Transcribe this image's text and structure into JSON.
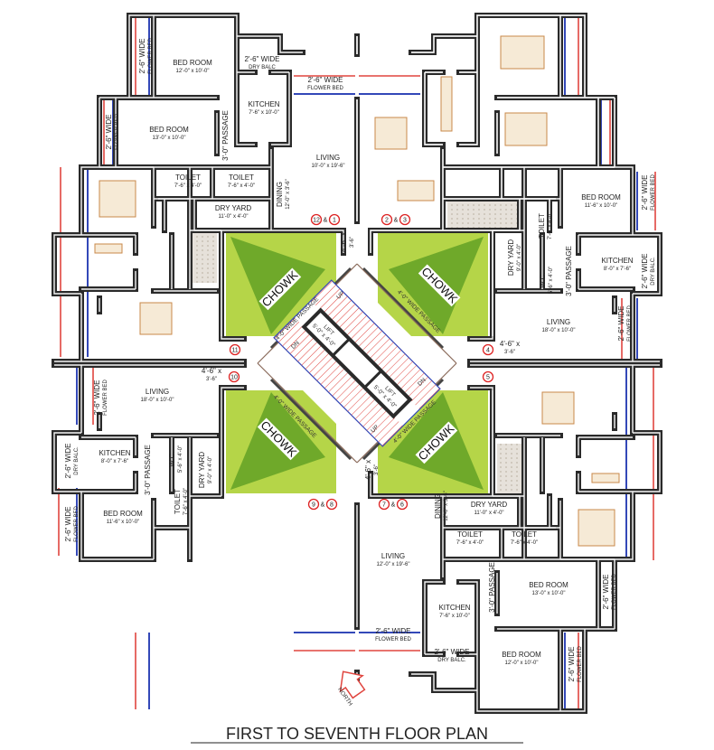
{
  "title": "FIRST TO SEVENTH FLOOR PLAN",
  "north_label": "NORTH",
  "colors": {
    "wall": "#2a2a2a",
    "chowk_light": "#b5d548",
    "chowk_dark": "#6fa92a",
    "window_red": "#e0453f",
    "window_blue": "#3348b8",
    "stair_hatch": "#e0453f",
    "flat_number_ring": "#dd2222",
    "furniture": "#c8884a"
  },
  "core": {
    "lift_label": "LIFT",
    "lift_size": "5'-0\" x 4'-0\"",
    "up": "UP",
    "dn": "DN",
    "passage": "4'-0\" WIDE PASSAGE",
    "chowk": "CHOWK"
  },
  "flat_numbers": {
    "n12_1": {
      "a": "12",
      "amp": "&",
      "b": "1"
    },
    "n2_3": {
      "a": "2",
      "amp": "&",
      "b": "3"
    },
    "n4": {
      "a": "4"
    },
    "n5": {
      "a": "5"
    },
    "n11": {
      "a": "11"
    },
    "n10": {
      "a": "10"
    },
    "n9_8": {
      "a": "9",
      "amp": "&",
      "b": "8"
    },
    "n7_6": {
      "a": "7",
      "amp": "&",
      "b": "6"
    }
  },
  "units": {
    "upper_left": {
      "rooms": [
        {
          "l1": "BED ROOM",
          "l2": "12'-0\" x 10'-0\""
        },
        {
          "l1": "2'-6\" WIDE",
          "l2": "FLOWER BED"
        },
        {
          "l1": "2'-6\" WIDE",
          "l2": "DRY BALC"
        },
        {
          "l1": "2'-6\" WIDE",
          "l2": "FLOWER BED"
        },
        {
          "l1": "KITCHEN",
          "l2": "7'-6\" x 10'-0\""
        },
        {
          "l1": "BED ROOM",
          "l2": "13'-0\" x 10'-0\""
        },
        {
          "l1": "2'-6\" WIDE",
          "l2": "FLOWER BED"
        },
        {
          "l1": "3'-0\" PASSAGE"
        },
        {
          "l1": "LIVING",
          "l2": "10'-0\" x 19'-6\""
        },
        {
          "l1": "TOILET",
          "l2": "7'-6\" x 4'-0\""
        },
        {
          "l1": "TOILET",
          "l2": "7'-6\" x 4'-0\""
        },
        {
          "l1": "DINING",
          "l2": "12'-0\" x 3'-6\""
        },
        {
          "l1": "DRY  YARD",
          "l2": "11'-0\" x 4'-0\""
        },
        {
          "l1": "4'-6\" x",
          "l2": "3'-6\""
        }
      ]
    },
    "upper_right": {
      "rooms": [
        {
          "l1": "BED ROOM",
          "l2": "11'-6\" x 10'-0\""
        },
        {
          "l1": "2'-6\" WIDE",
          "l2": "FLOWER BED"
        },
        {
          "l1": "TOILET",
          "l2": "7'-6\" x 4'-0\""
        },
        {
          "l1": "DRY  YARD",
          "l2": "9'-0\" x 4'-0\""
        },
        {
          "l1": "W.C.",
          "l2": "5'-6\" x 4'-0\""
        },
        {
          "l1": "3'-0\" PASSAGE"
        },
        {
          "l1": "KITCHEN",
          "l2": "8'-0\" x 7'-6\""
        },
        {
          "l1": "2'-6\" WIDE",
          "l2": "DRY BALC."
        },
        {
          "l1": "LIVING",
          "l2": "18'-0\" x 10'-0\""
        },
        {
          "l1": "2'-6\" WIDE",
          "l2": "FLOWER BED"
        },
        {
          "l1": "4'-6\" x",
          "l2": "3'-6\""
        }
      ]
    },
    "lower_left": {
      "rooms": [
        {
          "l1": "LIVING",
          "l2": "18'-0\" x 10'-0\""
        },
        {
          "l1": "2'-6\" WIDE",
          "l2": "FLOWER BED"
        },
        {
          "l1": "KITCHEN",
          "l2": "8'-0\" x 7'-6\""
        },
        {
          "l1": "2'-6\" WIDE",
          "l2": "DRY BALC."
        },
        {
          "l1": "3'-0\" PASSAGE"
        },
        {
          "l1": "W.C.",
          "l2": "5'-6\" x 4'-0\""
        },
        {
          "l1": "DRY  YARD",
          "l2": "9'-0\" x 4'-0\""
        },
        {
          "l1": "TOILET",
          "l2": "7'-6\" x 4'-0\""
        },
        {
          "l1": "BED ROOM",
          "l2": "11'-6\" x 10'-0\""
        },
        {
          "l1": "2'-6\" WIDE",
          "l2": "FLOWER BED"
        },
        {
          "l1": "4'-6\" x",
          "l2": "3'-6\""
        }
      ]
    },
    "lower_right": {
      "rooms": [
        {
          "l1": "DRY  YARD",
          "l2": "11'-0\" x 4'-0\""
        },
        {
          "l1": "DINING",
          "l2": "12'-0\" x 3'-6\""
        },
        {
          "l1": "TOILET",
          "l2": "7'-6\" x 4'-0\""
        },
        {
          "l1": "TOILET",
          "l2": "7'-6\" x 4'-0\""
        },
        {
          "l1": "LIVING",
          "l2": "12'-0\" x 19'-6\""
        },
        {
          "l1": "3'-0\" PASSAGE"
        },
        {
          "l1": "BED ROOM",
          "l2": "13'-0\" x 10'-0\""
        },
        {
          "l1": "2'-6\" WIDE",
          "l2": "FLOWER BED"
        },
        {
          "l1": "KITCHEN",
          "l2": "7'-6\" x 10'-0\""
        },
        {
          "l1": "2'-6\" WIDE",
          "l2": "FLOWER BED"
        },
        {
          "l1": "2'-6\" WIDE",
          "l2": "DRY BALC."
        },
        {
          "l1": "BED ROOM",
          "l2": "12'-0\" x 10'-0\""
        },
        {
          "l1": "2'-6\" WIDE",
          "l2": "FLOWER BED"
        },
        {
          "l1": "4'-6\" x",
          "l2": "3'-6\""
        }
      ]
    }
  }
}
